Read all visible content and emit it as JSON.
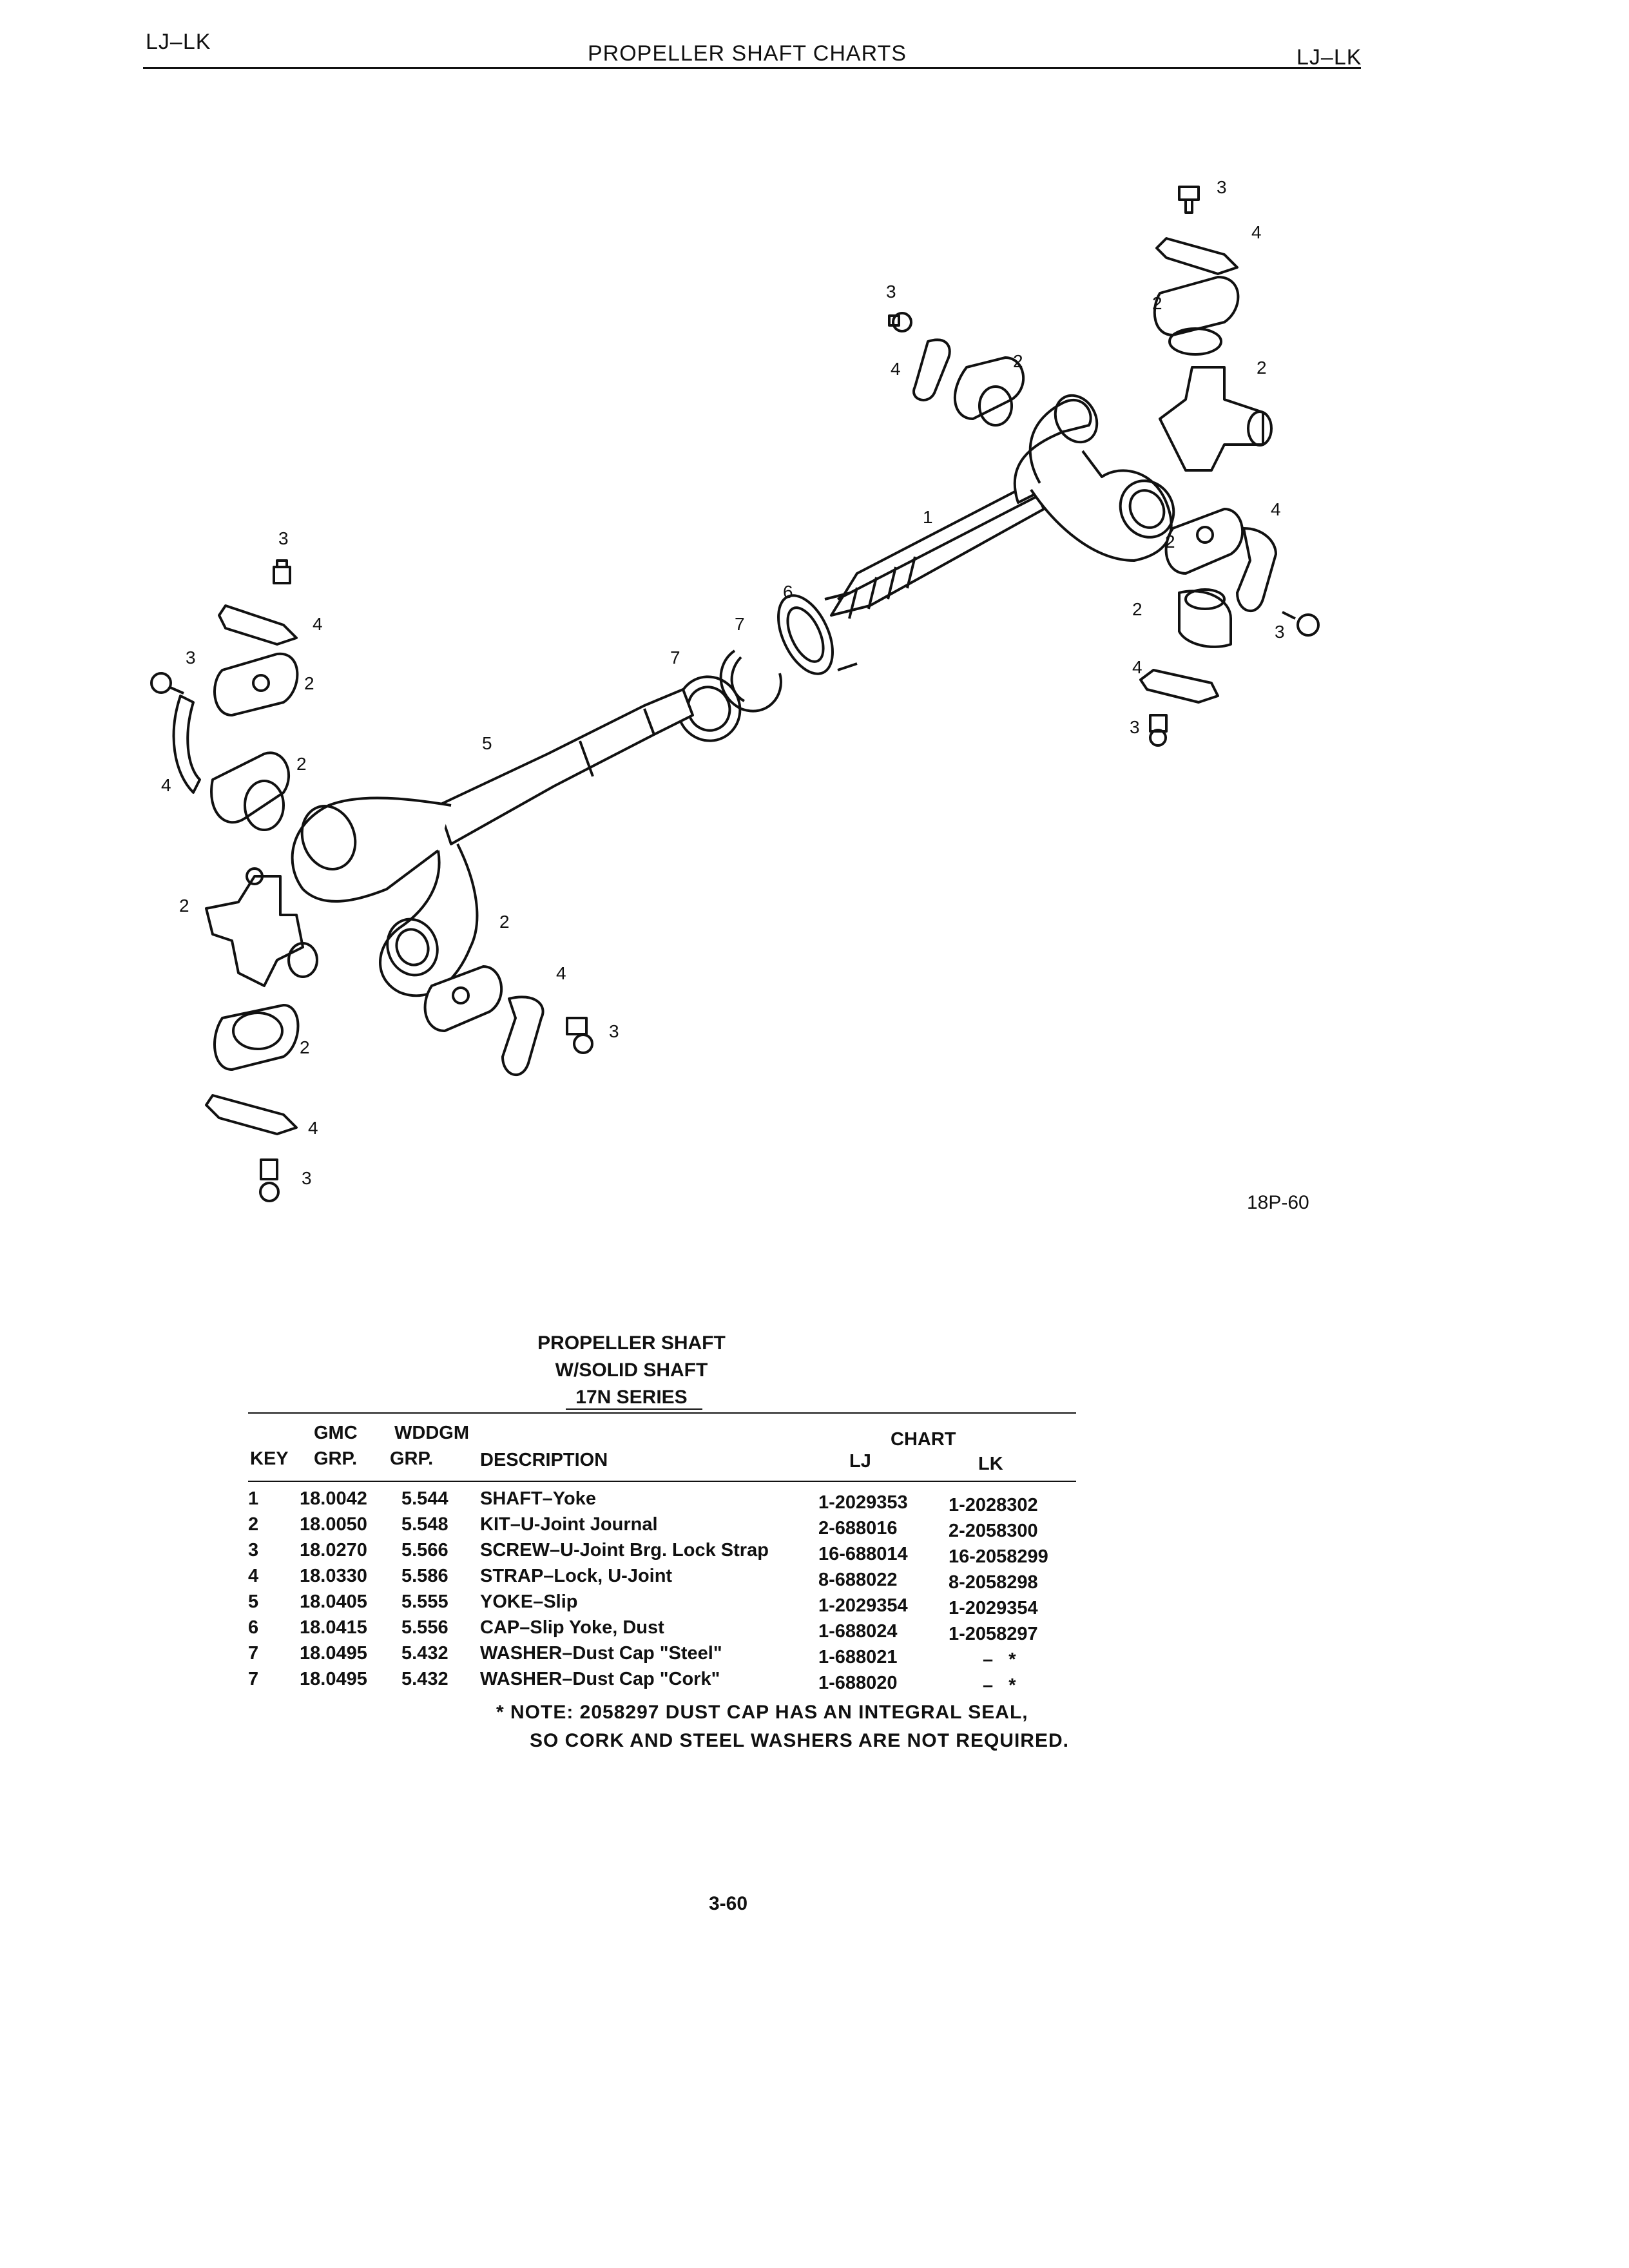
{
  "header": {
    "left_code": "LJ–LK",
    "title": "PROPELLER SHAFT CHARTS",
    "right_code": "LJ–LK"
  },
  "diagram": {
    "figure_id": "18P-60",
    "callouts": [
      "1",
      "2",
      "3",
      "4",
      "5",
      "6",
      "7"
    ],
    "stroke_color": "#111111"
  },
  "table": {
    "title_lines": [
      "PROPELLER SHAFT",
      "W/SOLID SHAFT",
      "17N SERIES"
    ],
    "headers": {
      "key": "KEY",
      "gmc_top": "GMC",
      "gmc_bottom": "GRP.",
      "wddgm_top": "WDDGM",
      "wddgm_bottom": "GRP.",
      "description": "DESCRIPTION",
      "chart": "CHART",
      "lj": "LJ",
      "lk": "LK"
    },
    "rows": [
      {
        "key": "1",
        "gmc": "18.0042",
        "wddgm": "5.544",
        "description": "SHAFT–Yoke",
        "lj": "1-2029353",
        "lk": "1-2028302"
      },
      {
        "key": "2",
        "gmc": "18.0050",
        "wddgm": "5.548",
        "description": "KIT–U-Joint Journal",
        "lj": "2-688016",
        "lk": "2-2058300"
      },
      {
        "key": "3",
        "gmc": "18.0270",
        "wddgm": "5.566",
        "description": "SCREW–U-Joint Brg. Lock Strap",
        "lj": "16-688014",
        "lk": "16-2058299"
      },
      {
        "key": "4",
        "gmc": "18.0330",
        "wddgm": "5.586",
        "description": "STRAP–Lock, U-Joint",
        "lj": "8-688022",
        "lk": "8-2058298"
      },
      {
        "key": "5",
        "gmc": "18.0405",
        "wddgm": "5.555",
        "description": "YOKE–Slip",
        "lj": "1-2029354",
        "lk": "1-2029354"
      },
      {
        "key": "6",
        "gmc": "18.0415",
        "wddgm": "5.556",
        "description": "CAP–Slip Yoke, Dust",
        "lj": "1-688024",
        "lk": "1-2058297"
      },
      {
        "key": "7",
        "gmc": "18.0495",
        "wddgm": "5.432",
        "description": "WASHER–Dust Cap \"Steel\"",
        "lj": "1-688021",
        "lk": "–   *"
      },
      {
        "key": "7",
        "gmc": "18.0495",
        "wddgm": "5.432",
        "description": "WASHER–Dust Cap \"Cork\"",
        "lj": "1-688020",
        "lk": "–   *"
      }
    ],
    "note_lines": [
      "* NOTE:  2058297 DUST CAP HAS AN INTEGRAL SEAL,",
      "SO CORK AND STEEL WASHERS ARE NOT REQUIRED."
    ]
  },
  "page_number": "3-60"
}
